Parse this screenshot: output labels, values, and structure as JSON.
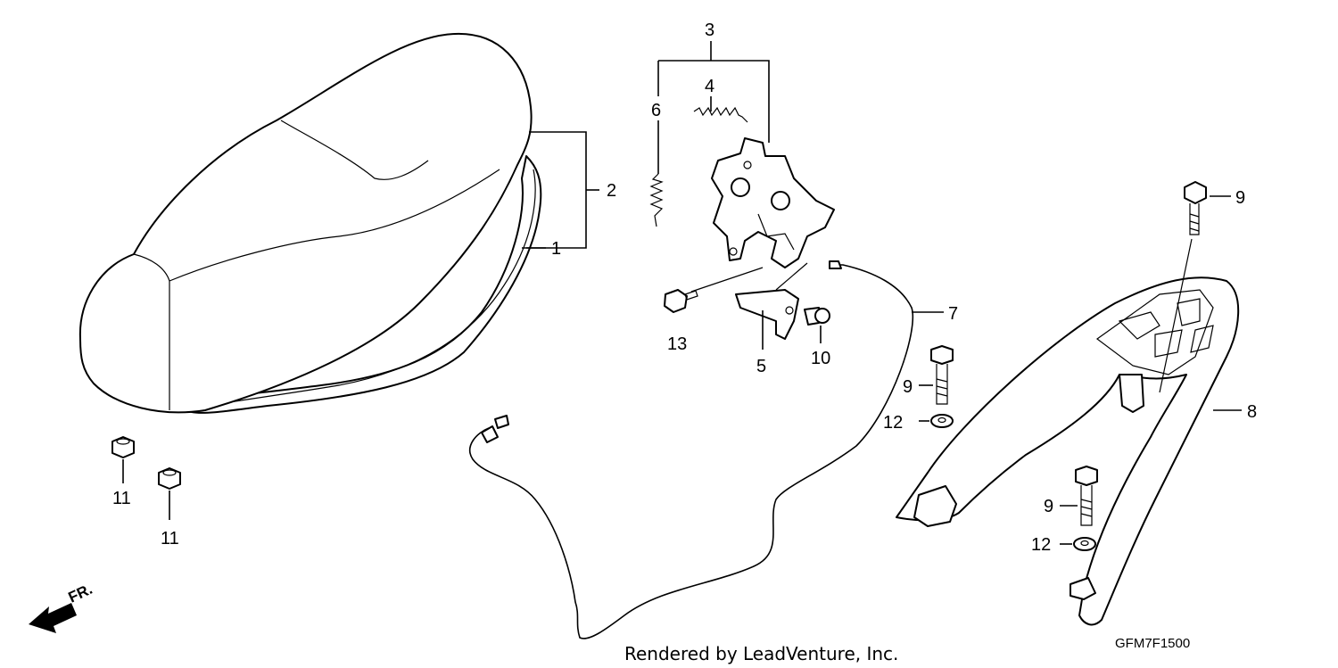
{
  "callouts": {
    "c1": "1",
    "c2": "2",
    "c3": "3",
    "c4": "4",
    "c5": "5",
    "c6": "6",
    "c7": "7",
    "c8": "8",
    "c9a": "9",
    "c9b": "9",
    "c9c": "9",
    "c10": "10",
    "c11a": "11",
    "c11b": "11",
    "c12a": "12",
    "c12b": "12",
    "c13": "13"
  },
  "direction_label": "FR.",
  "footer": {
    "credit": "Rendered by LeadVenture, Inc.",
    "diagram_code": "GFM7F1500"
  }
}
